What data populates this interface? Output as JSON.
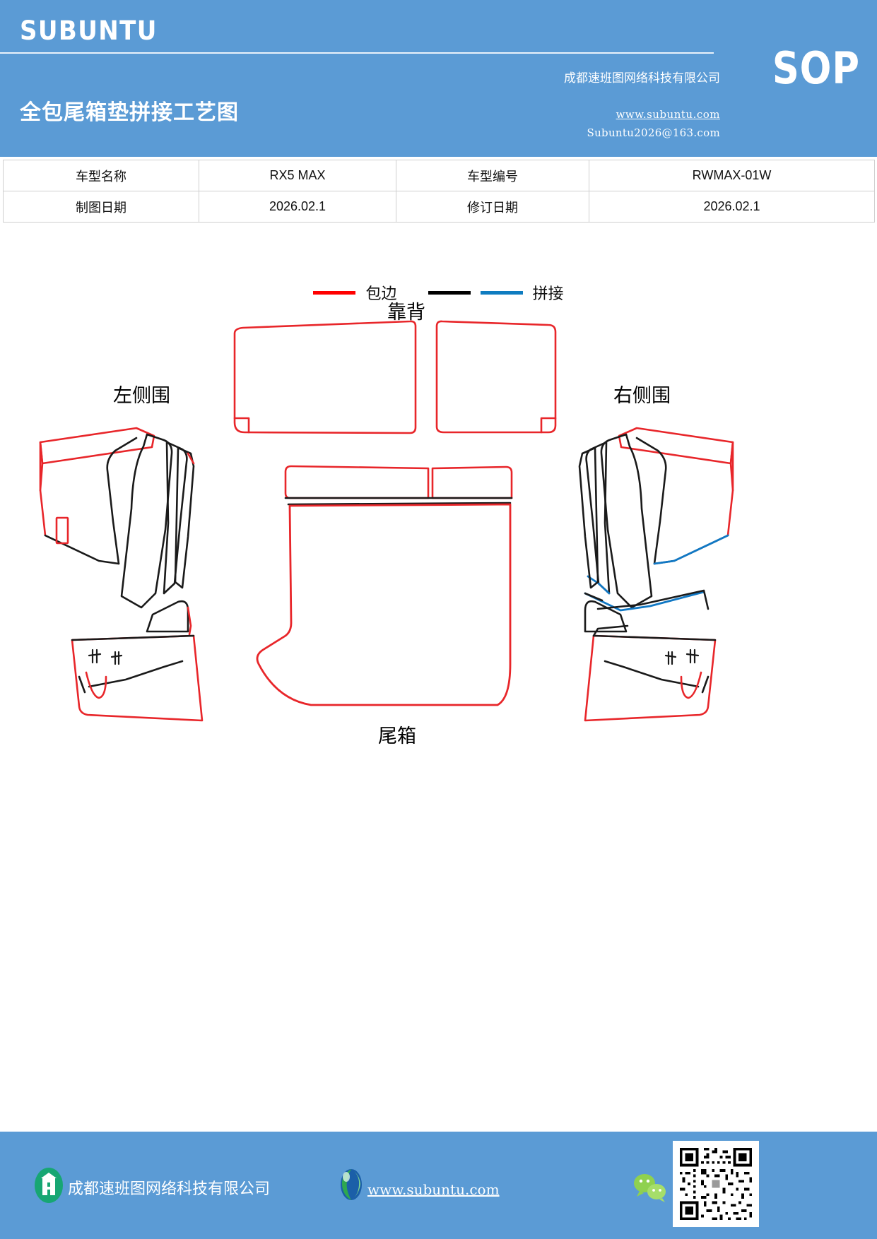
{
  "header": {
    "brand": "SUBUNTU",
    "doc_type": "SOP",
    "title": "全包尾箱垫拼接工艺图",
    "company": "成都速班图网络科技有限公司",
    "website": "www.subuntu.com",
    "email": "Subuntu2026@163.com",
    "background_color": "#5b9bd5"
  },
  "info_table": {
    "rows": [
      {
        "key1": "车型名称",
        "val1": "RX5 MAX",
        "key2": "车型编号",
        "val2": "RWMAX-01W"
      },
      {
        "key1": "制图日期",
        "val1": "2026.02.1",
        "key2": "修订日期",
        "val2": "2026.02.1"
      }
    ]
  },
  "legend": {
    "items": [
      {
        "label": "包边",
        "colors": [
          "#ff0000"
        ]
      },
      {
        "label": "拼接",
        "colors": [
          "#000000",
          "#0f7cc0"
        ]
      }
    ]
  },
  "drawing": {
    "labels": {
      "backrest": "靠背",
      "left_side": "左侧围",
      "right_side": "右侧围",
      "trunk": "尾箱"
    },
    "line_colors": {
      "binding_edge": "#e8262a",
      "splice_black": "#1a1a1a",
      "splice_blue": "#1178c4"
    }
  },
  "footer": {
    "company": "成都速班图网络科技有限公司",
    "website": "www.subuntu.com",
    "icons": {
      "company_logo": "building-icon",
      "globe": "globe-icon",
      "wechat": "wechat-icon",
      "qr": "qr-code-icon"
    },
    "background_color": "#5b9bd5"
  }
}
